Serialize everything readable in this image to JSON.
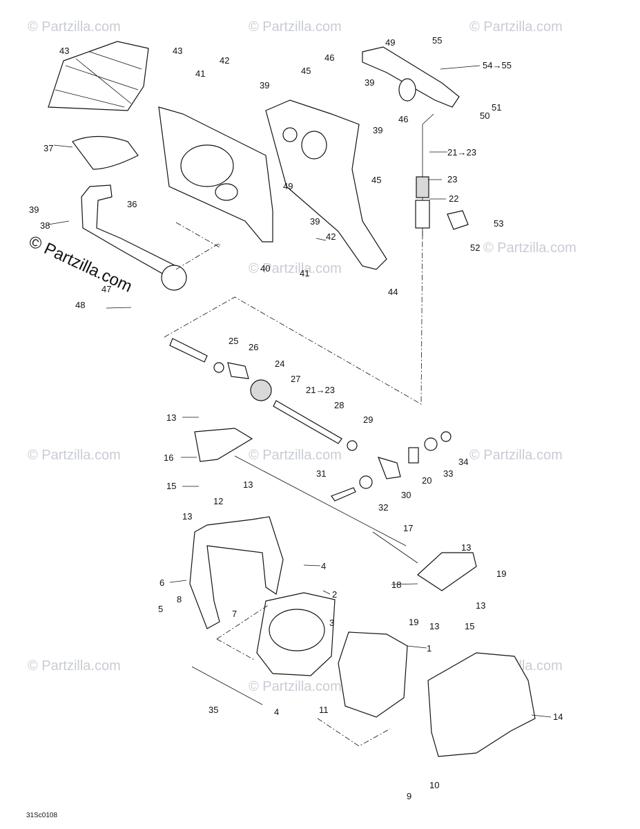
{
  "watermark": "© Partzilla.com",
  "diagram_code": "31Sc0108",
  "labels": {
    "l43a": "43",
    "l43b": "43",
    "l41a": "41",
    "l42a": "42",
    "l39a": "39",
    "l45a": "45",
    "l46a": "46",
    "l39b": "39",
    "l49a": "49",
    "l55": "55",
    "l54": "54→55",
    "l50": "50",
    "l51": "51",
    "l37": "37",
    "l39c": "39",
    "l46b": "46",
    "l2123a": "21→23",
    "l45b": "45",
    "l23": "23",
    "l49b": "49",
    "l39d": "39",
    "l38": "38",
    "l36": "36",
    "l22": "22",
    "l53": "53",
    "l39e": "39",
    "l42b": "42",
    "l52": "52",
    "l40": "40",
    "l41b": "41",
    "l44": "44",
    "l47": "47",
    "l48": "48",
    "l25": "25",
    "l26": "26",
    "l24": "24",
    "l27": "27",
    "l2123b": "21→23",
    "l28": "28",
    "l29": "29",
    "l13a": "13",
    "l16": "16",
    "l34": "34",
    "l33": "33",
    "l20": "20",
    "l31": "31",
    "l15a": "15",
    "l13b": "13",
    "l30": "30",
    "l12": "12",
    "l32": "32",
    "l13c": "13",
    "l17": "17",
    "l13d": "13",
    "l19a": "19",
    "l4a": "4",
    "l18": "18",
    "l6": "6",
    "l2": "2",
    "l8": "8",
    "l13e": "13",
    "l5": "5",
    "l7": "7",
    "l19b": "19",
    "l13f": "13",
    "l15b": "15",
    "l3": "3",
    "l1": "1",
    "l35": "35",
    "l4b": "4",
    "l11": "11",
    "l14": "14",
    "l10": "10",
    "l9": "9"
  }
}
